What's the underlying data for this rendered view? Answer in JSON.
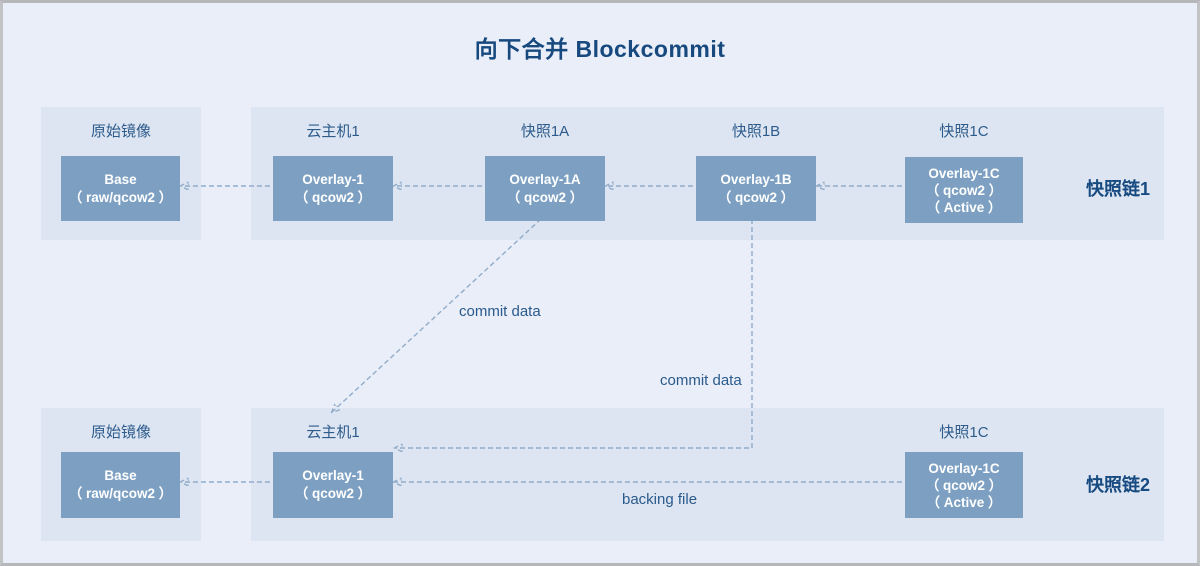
{
  "title": "向下合并 Blockcommit",
  "chain1": {
    "label": "快照链1",
    "nodes": [
      {
        "header": "原始镜像",
        "lines": [
          "Base",
          "（ raw/qcow2 ）"
        ]
      },
      {
        "header": "云主机1",
        "lines": [
          "Overlay-1",
          "（ qcow2 ）"
        ]
      },
      {
        "header": "快照1A",
        "lines": [
          "Overlay-1A",
          "（ qcow2 ）"
        ]
      },
      {
        "header": "快照1B",
        "lines": [
          "Overlay-1B",
          "（ qcow2 ）"
        ]
      },
      {
        "header": "快照1C",
        "lines": [
          "Overlay-1C",
          "（ qcow2 ）",
          "（ Active ）"
        ]
      }
    ]
  },
  "chain2": {
    "label": "快照链2",
    "nodes": [
      {
        "header": "原始镜像",
        "lines": [
          "Base",
          "（ raw/qcow2 ）"
        ]
      },
      {
        "header": "云主机1",
        "lines": [
          "Overlay-1",
          "（ qcow2 ）"
        ]
      },
      {
        "header": "快照1C",
        "lines": [
          "Overlay-1C",
          "（ qcow2 ）",
          "（ Active ）"
        ]
      }
    ]
  },
  "annotations": {
    "commit_data_1": "commit data",
    "commit_data_2": "commit data",
    "backing_file": "backing file"
  },
  "colors": {
    "page_background": "#e9eef8",
    "panel_background": "#dce5f1",
    "box_fill": "#7da0c2",
    "box_text": "#ffffff",
    "label_text": "#2d5b8b",
    "title_text": "#17497f",
    "arrow": "#91acca",
    "frame_border": "#bfc1c4"
  }
}
